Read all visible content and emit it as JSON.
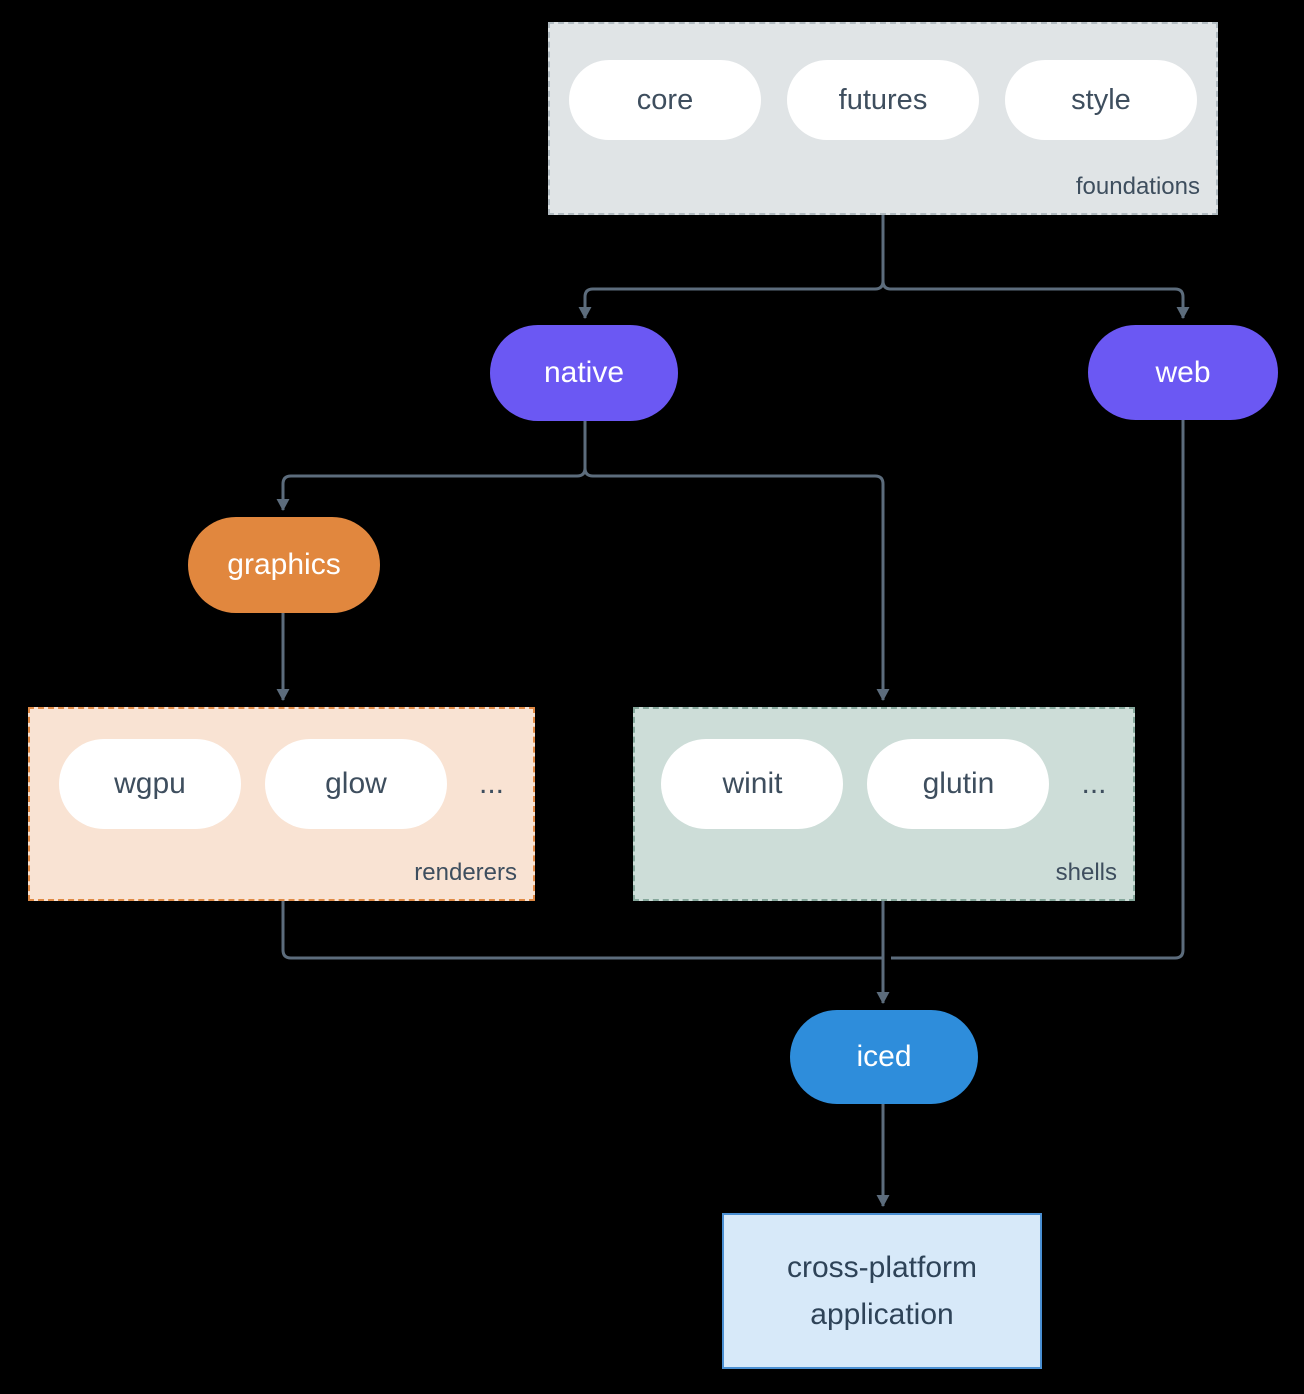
{
  "groups": {
    "foundations": {
      "label": "foundations",
      "items": [
        "core",
        "futures",
        "style"
      ]
    },
    "renderers": {
      "label": "renderers",
      "items": [
        "wgpu",
        "glow"
      ],
      "ellipsis": "..."
    },
    "shells": {
      "label": "shells",
      "items": [
        "winit",
        "glutin"
      ],
      "ellipsis": "..."
    }
  },
  "nodes": {
    "native": {
      "label": "native",
      "color": "#6b58f3"
    },
    "web": {
      "label": "web",
      "color": "#6b58f3"
    },
    "graphics": {
      "label": "graphics",
      "color": "#e1873e"
    },
    "iced": {
      "label": "iced",
      "color": "#2e8ddb"
    },
    "application": {
      "label": "cross-platform application"
    }
  },
  "colors": {
    "background": "#000000",
    "connector": "#5c6c7c",
    "foundations_bg": "#e0e4e6",
    "renderers_bg": "#f9e3d3",
    "renderers_border": "#e08a45",
    "shells_bg": "#cdddd8",
    "shells_border": "#86a89c",
    "application_bg": "#d7e9f9",
    "application_border": "#4a8fd2",
    "white_pill_text": "#3e4e5e"
  }
}
